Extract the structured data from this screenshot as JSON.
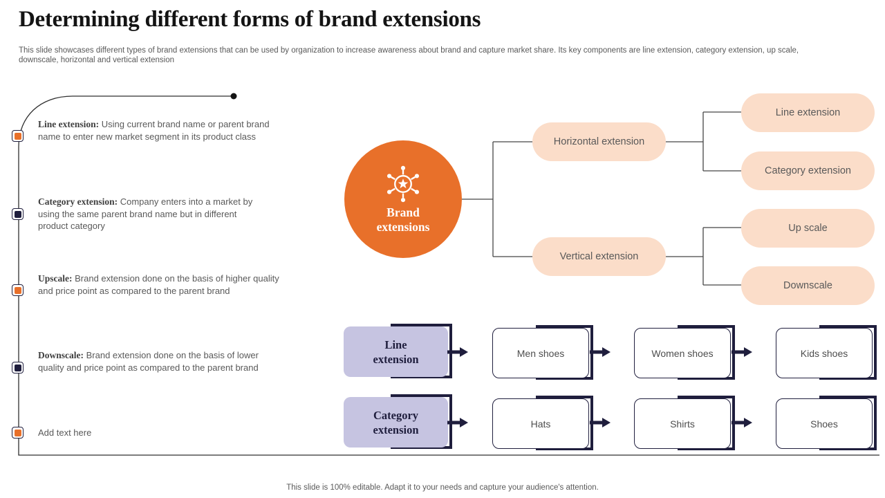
{
  "slide": {
    "title": "Determining different forms of brand extensions",
    "subtitle": "This slide showcases different types of brand extensions that can be used by organization to increase awareness about brand and capture market share. Its key components are line extension, category extension, up scale, downscale, horizontal and vertical extension",
    "footer": "This slide is 100% editable. Adapt it to your needs and capture your audience's attention."
  },
  "left_items": [
    {
      "label": "Line extension:",
      "text": "Using current brand name or parent brand name to enter new market segment in its product class",
      "bullet": "orange"
    },
    {
      "label": "Category extension:",
      "text": "Company enters into a market by using the same parent brand name but in different product category",
      "bullet": "navy"
    },
    {
      "label": "Upscale:",
      "text": "Brand extension done on the basis of higher quality and price point as compared to the parent brand",
      "bullet": "orange"
    },
    {
      "label": "Downscale:",
      "text": "Brand extension done on the basis of lower quality and price point as compared to the parent brand",
      "bullet": "navy"
    },
    {
      "label": "",
      "text": "Add text here",
      "bullet": "orange"
    }
  ],
  "diagram": {
    "center": {
      "line1": "Brand",
      "line2": "extensions",
      "icon": "star-badge-network-icon"
    },
    "branches": [
      {
        "label": "Horizontal extension"
      },
      {
        "label": "Vertical extension"
      }
    ],
    "leaves": [
      {
        "label": "Line extension"
      },
      {
        "label": "Category extension"
      },
      {
        "label": "Up scale"
      },
      {
        "label": "Downscale"
      }
    ]
  },
  "flows": [
    {
      "header_line1": "Line",
      "header_line2": "extension",
      "steps": [
        "Men shoes",
        "Women shoes",
        "Kids shoes"
      ]
    },
    {
      "header_line1": "Category",
      "header_line2": "extension",
      "steps": [
        "Hats",
        "Shirts",
        "Shoes"
      ]
    }
  ],
  "colors": {
    "orange": "#E8702A",
    "peach": "#FBDDC9",
    "lavender": "#C6C4E1",
    "navy": "#1F1E3D",
    "text_gray": "#595959"
  }
}
